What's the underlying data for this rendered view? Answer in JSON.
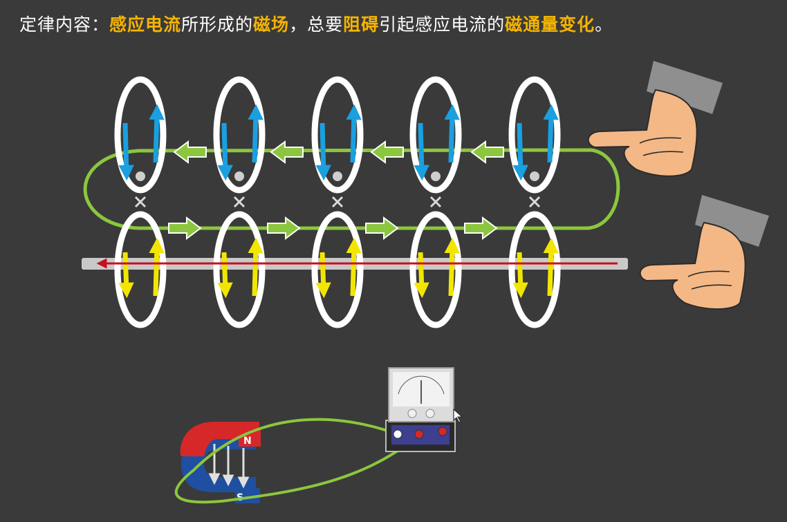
{
  "heading": {
    "prefix": "定律内容：",
    "term_induced_current": "感应电流",
    "text_formed": "所形成的",
    "term_magnetic_field": "磁场",
    "text_always": "，总要",
    "term_oppose": "阻碍",
    "text_cause": "引起感应电流的",
    "term_flux_change": "磁通量变化",
    "suffix": "。"
  },
  "colors": {
    "background": "#3a3a3a",
    "highlight": "#f5b400",
    "field_line": "#8cc63f",
    "upper_loop_arrow": "#1aa0e0",
    "lower_loop_arrow": "#f2e600",
    "conductor_current": "#c8101e",
    "ring": "#ffffff",
    "magnet_north": "#d62828",
    "magnet_south": "#1f4fa0"
  },
  "magnet": {
    "north_label": "N",
    "south_label": "S"
  },
  "icons": {
    "upper_hand": "pointing-hand-icon",
    "lower_hand": "pointing-hand-icon",
    "cross_marker": "cross-icon",
    "dot_marker": "dot-icon"
  }
}
